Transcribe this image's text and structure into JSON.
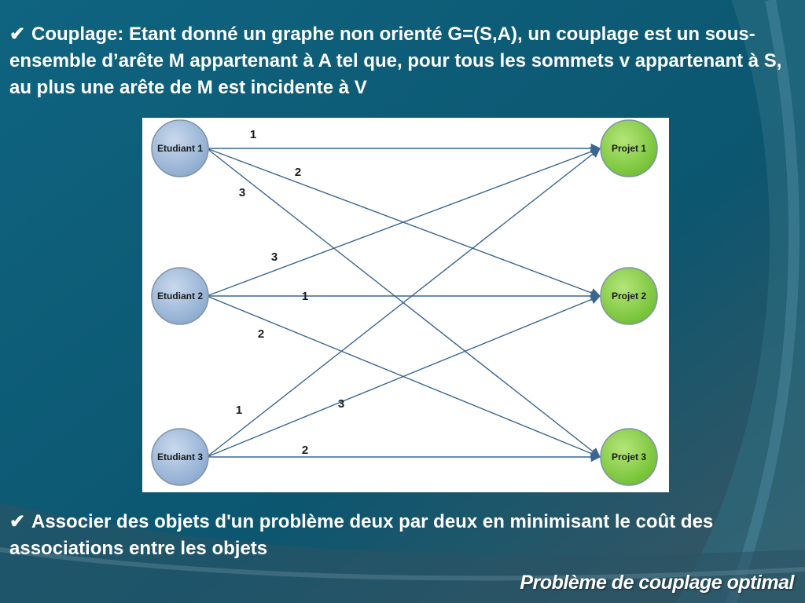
{
  "slide": {
    "bullet_top": "Couplage: Etant donné un graphe non orienté G=(S,A), un couplage est un sous-ensemble d’arête M appartenant à A tel que, pour tous les sommets v appartenant à S, au plus une arête de M est incidente à V",
    "bullet_bottom": "Associer des objets d'un problème deux par deux en minimisant le coût des associations entre les objets",
    "footer_title": "Problème de couplage optimal",
    "check_glyph": "✔"
  },
  "diagram": {
    "students": [
      "Etudiant 1",
      "Etudiant 2",
      "Etudiant 3"
    ],
    "projects": [
      "Projet 1",
      "Projet 2",
      "Projet 3"
    ],
    "edges": [
      {
        "from": "Etudiant 1",
        "to": "Projet 1",
        "weight": "1"
      },
      {
        "from": "Etudiant 1",
        "to": "Projet 2",
        "weight": "2"
      },
      {
        "from": "Etudiant 1",
        "to": "Projet 3",
        "weight": "3"
      },
      {
        "from": "Etudiant 2",
        "to": "Projet 1",
        "weight": "3"
      },
      {
        "from": "Etudiant 2",
        "to": "Projet 2",
        "weight": "1"
      },
      {
        "from": "Etudiant 2",
        "to": "Projet 3",
        "weight": "2"
      },
      {
        "from": "Etudiant 3",
        "to": "Projet 1",
        "weight": "1"
      },
      {
        "from": "Etudiant 3",
        "to": "Projet 2",
        "weight": "3"
      },
      {
        "from": "Etudiant 3",
        "to": "Projet 3",
        "weight": "2"
      }
    ]
  },
  "colors": {
    "background": "#0d5b73",
    "student_node": "#9db7d6",
    "project_node": "#8ccf4a",
    "edge": "#3b6690"
  }
}
